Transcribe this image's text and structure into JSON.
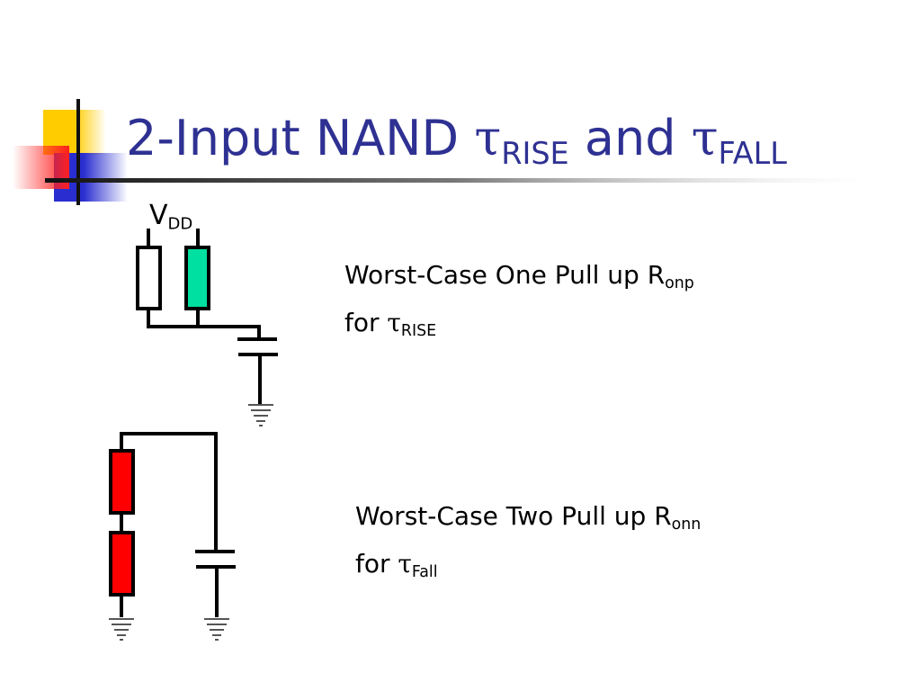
{
  "title": {
    "prefix": "2-Input NAND ",
    "tau1": "τ",
    "sub1": "RISE",
    "mid": " and ",
    "tau2": "τ",
    "sub2": "FALL"
  },
  "vdd": {
    "main": "V",
    "sub": "DD"
  },
  "rise_text": {
    "line1": "Worst-Case One Pull up R",
    "line1_sub": "onp",
    "line2": "for ",
    "tau": "τ",
    "line2_sub": "RISE"
  },
  "fall_text": {
    "line1": "Worst-Case Two Pull up R",
    "line1_sub": "onn",
    "line2": "for ",
    "tau": "τ",
    "line2_sub": "Fall"
  },
  "colors": {
    "title": "#2e3192",
    "green_resistor": "#00e0a0",
    "red_resistor": "#ff0000"
  }
}
